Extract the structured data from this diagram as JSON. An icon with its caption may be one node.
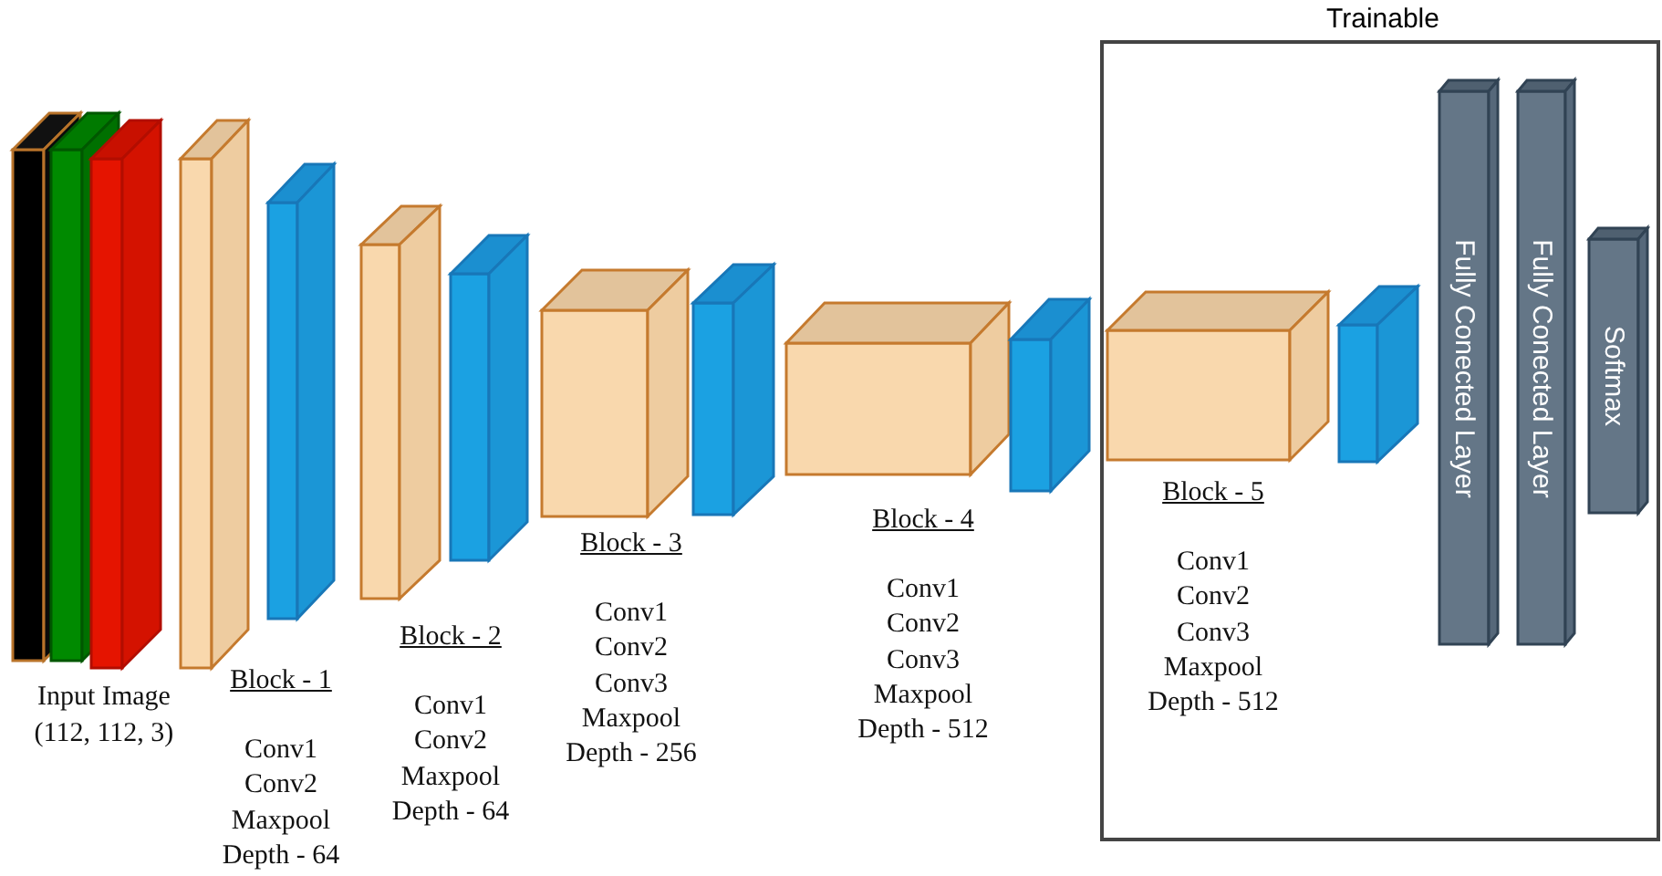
{
  "diagram": {
    "nodes": [
      {
        "text": [],
        "shape": "box"
      },
      {
        "text": [],
        "shape": "box"
      },
      {
        "text": [],
        "shape": "box",
        "beside": [
          "Input Image (112, 112, 3)"
        ]
      },
      {
        "text": [],
        "shape": "box",
        "beside": [
          "Block - 1",
          "Conv1",
          "Conv2",
          "Maxpool",
          "Depth - 64"
        ]
      },
      {
        "text": [],
        "shape": "box"
      },
      {
        "text": [],
        "shape": "box",
        "beside": [
          "Block - 2",
          "Conv1",
          "Conv2",
          "Maxpool",
          "Depth - 64"
        ]
      },
      {
        "text": [],
        "shape": "box"
      },
      {
        "text": [],
        "shape": "box",
        "beside": [
          "Block - 3",
          "Conv1",
          "Conv2",
          "Conv3",
          "Maxpool",
          "Depth - 256"
        ]
      },
      {
        "text": [],
        "shape": "box"
      },
      {
        "text": [],
        "shape": "box",
        "beside": [
          "Block - 4",
          "Conv1",
          "Conv2",
          "Conv3",
          "Maxpool",
          "Depth - 512"
        ]
      },
      {
        "text": [],
        "shape": "box"
      },
      {
        "text": [
          "Trainable"
        ]
      },
      {
        "text": [],
        "shape": "box",
        "in": 11,
        "beside": [
          "Block - 5",
          "Conv1",
          "Conv2",
          "Conv3",
          "Maxpool",
          "Depth - 512"
        ]
      },
      {
        "text": [],
        "shape": "box",
        "in": 11
      },
      {
        "text": [
          "Fully Conected Layer"
        ],
        "in": 11
      },
      {
        "text": [
          "Fully Conected Layer"
        ],
        "in": 11
      },
      {
        "text": [
          "Softmax"
        ],
        "in": 11
      }
    ]
  }
}
